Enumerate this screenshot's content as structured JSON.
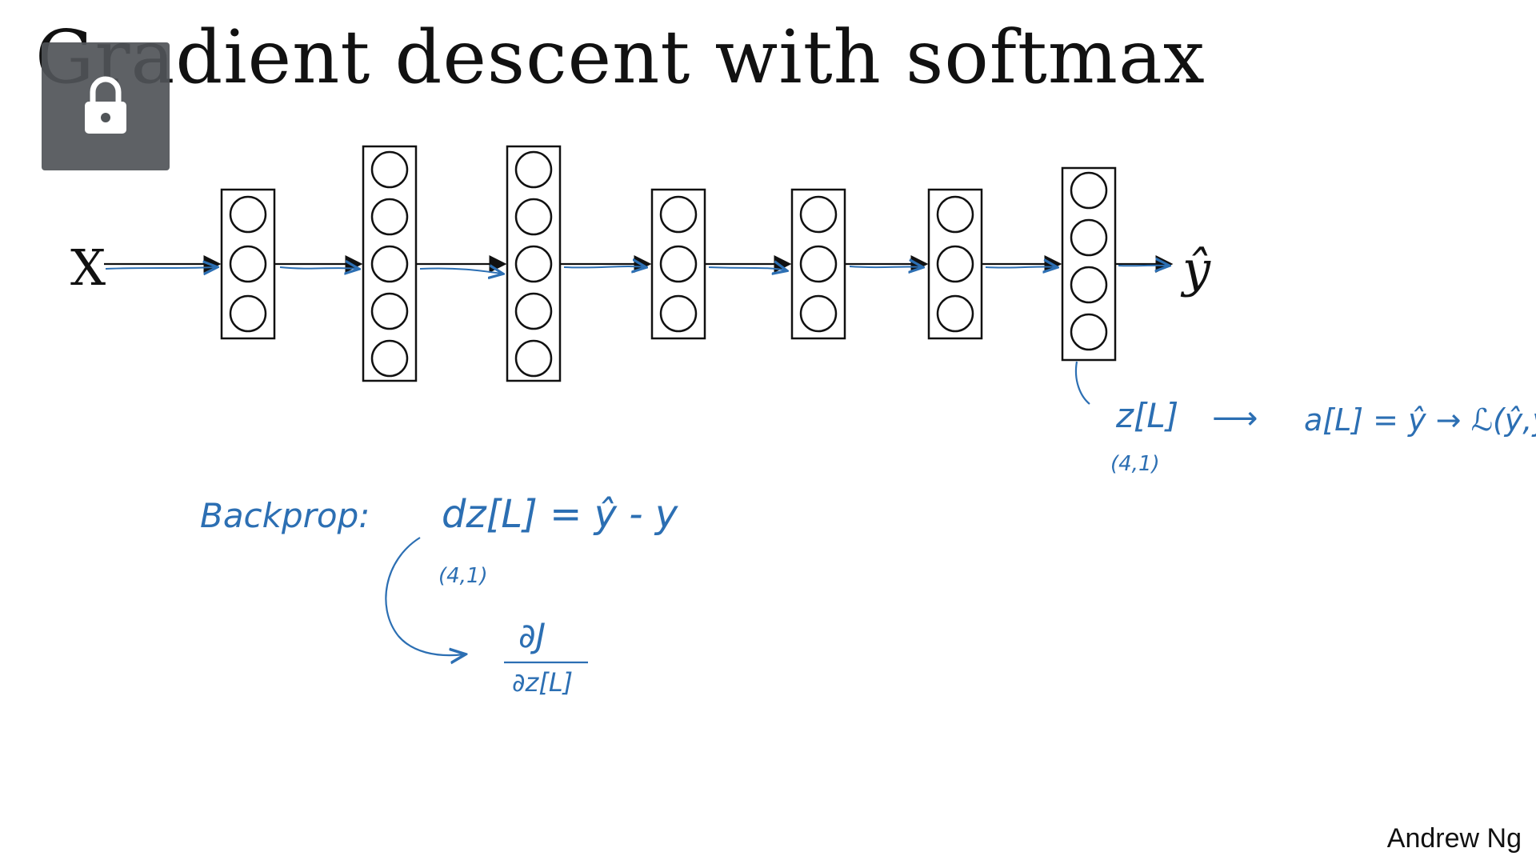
{
  "slide": {
    "title": "Gradient descent with softmax",
    "credit": "Andrew Ng"
  },
  "network": {
    "input_label": "X",
    "output_label": "ŷ",
    "layer_units": [
      3,
      5,
      5,
      3,
      3,
      3,
      4
    ]
  },
  "annotations": {
    "z_L": "z[L]",
    "z_dims": "(4,1)",
    "arrow": "⟶",
    "activation_chain": "a[L] = ŷ → ℒ(ŷ,y)",
    "backprop_label": "Backprop:",
    "dz_eq": "dz[L] = ŷ - y",
    "dz_dims": "(4,1)",
    "partial_num": "∂J",
    "partial_den": "∂z[L]"
  },
  "overlay": {
    "icon": "lock-icon"
  },
  "colors": {
    "ink": "#2c6fb3",
    "overlay": "#505458"
  }
}
